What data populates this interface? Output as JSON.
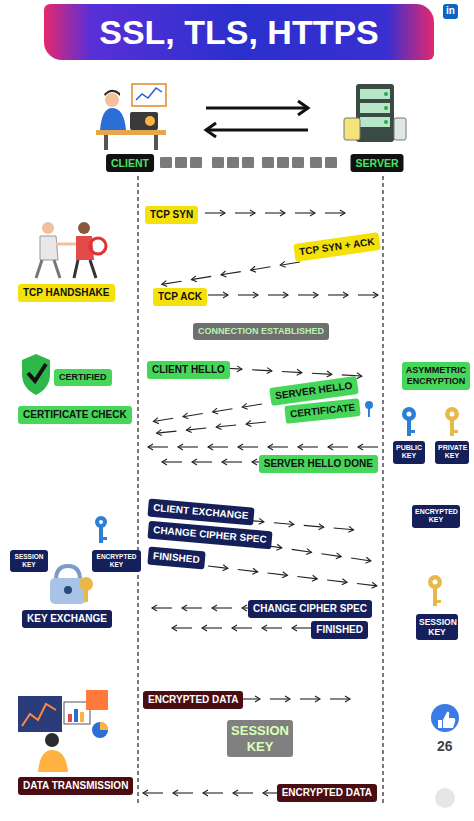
{
  "diagram": {
    "title": "SSL, TLS, HTTPS",
    "nodes": [
      {
        "text": [
          "CLIENT"
        ]
      },
      {
        "text": [
          "SERVER"
        ]
      },
      {
        "text": [
          "TCP SYN"
        ]
      },
      {
        "text": [
          "TCP SYN + ACK"
        ]
      },
      {
        "text": [
          "TCP HANDSHAKE"
        ]
      },
      {
        "text": [
          "TCP ACK"
        ]
      },
      {
        "text": [
          "CONNECTION ESTABLISHED"
        ]
      },
      {
        "text": [
          "CERTIFIED"
        ]
      },
      {
        "text": [
          "CLIENT HELLO"
        ]
      },
      {
        "text": [
          "ASYMMETRIC ENCRYPTION"
        ]
      },
      {
        "text": [
          "SERVER HELLO"
        ]
      },
      {
        "text": [
          "CERTIFICATE"
        ]
      },
      {
        "text": [
          "CERTIFICATE CHECK"
        ]
      },
      {
        "text": [
          "PUBLIC KEY"
        ]
      },
      {
        "text": [
          "PRIVATE KEY"
        ]
      },
      {
        "text": [
          "SERVER HELLO DONE"
        ]
      },
      {
        "text": [
          "ENCRYPTED KEY"
        ]
      },
      {
        "text": [
          "CLIENT EXCHANGE"
        ]
      },
      {
        "text": [
          "CHANGE CIPHER SPEC"
        ]
      },
      {
        "text": [
          "SESSION KEY"
        ]
      },
      {
        "text": [
          "ENCRYPTED KEY"
        ]
      },
      {
        "text": [
          "FINISHED"
        ]
      },
      {
        "text": [
          "KEY EXCHANGE"
        ]
      },
      {
        "text": [
          "CHANGE CIPHER SPEC"
        ]
      },
      {
        "text": [
          "SESSION KEY"
        ]
      },
      {
        "text": [
          "FINISHED"
        ]
      },
      {
        "text": [
          "ENCRYPTED DATA"
        ]
      },
      {
        "text": [
          "SESSION KEY"
        ]
      },
      {
        "text": [
          "DATA TRANSMISSION"
        ]
      },
      {
        "text": [
          "ENCRYPTED DATA"
        ]
      }
    ],
    "edges": [
      {
        "from": 0,
        "to": 1,
        "arrow": "to"
      },
      {
        "from": 1,
        "to": 0,
        "arrow": "to"
      }
    ],
    "labels": [
      "in",
      "26"
    ]
  }
}
